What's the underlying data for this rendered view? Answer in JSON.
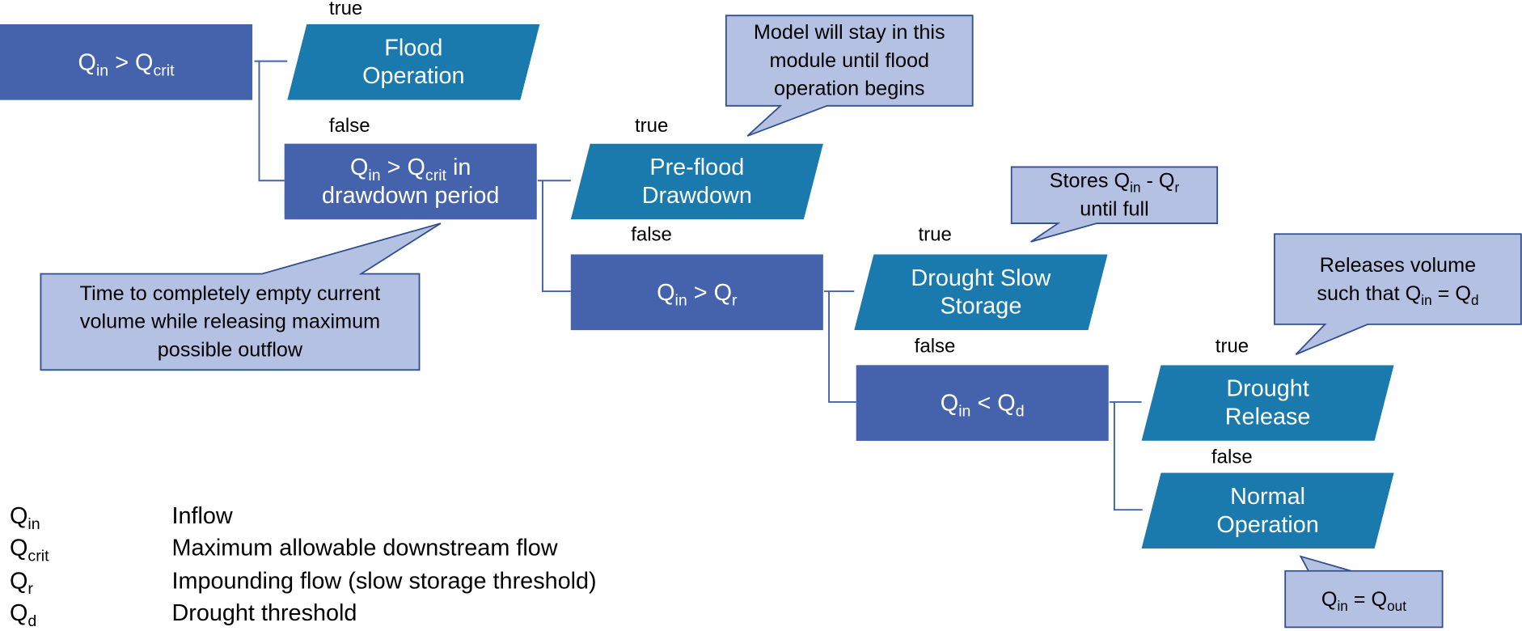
{
  "decisions": {
    "qin_gt_qcrit": {
      "q1": "Q",
      "s1": "in",
      "op": " > ",
      "q2": "Q",
      "s2": "crit"
    },
    "drawdown": {
      "q1": "Q",
      "s1": "in",
      "op": " > ",
      "q2": "Q",
      "s2": "crit",
      "tail": " in",
      "line2": "drawdown period"
    },
    "qin_gt_qr": {
      "q1": "Q",
      "s1": "in",
      "op": " > ",
      "q2": "Q",
      "s2": "r"
    },
    "qin_lt_qd": {
      "q1": "Q",
      "s1": "in",
      "op": " < ",
      "q2": "Q",
      "s2": "d"
    }
  },
  "operations": {
    "flood": [
      "Flood",
      "Operation"
    ],
    "preflood": [
      "Pre-flood",
      "Drawdown"
    ],
    "drought_slow": [
      "Drought Slow",
      "Storage"
    ],
    "drought_release": [
      "Drought",
      "Release"
    ],
    "normal": [
      "Normal",
      "Operation"
    ]
  },
  "labels": {
    "true": "true",
    "false": "false"
  },
  "callouts": {
    "model_stay": [
      "Model will stay in this",
      "module until flood",
      "operation begins"
    ],
    "stores": {
      "pre": "Stores Q",
      "s1": "in",
      "mid": " - Q",
      "s2": "r",
      "line2": "until full"
    },
    "time_empty": [
      "Time to completely empty current",
      "volume while releasing maximum",
      "possible outflow"
    ],
    "releases": {
      "line1": "Releases volume",
      "pre": "such that Q",
      "s1": "in",
      "mid": " = Q",
      "s2": "d"
    },
    "qout": {
      "q1": "Q",
      "s1": "in",
      "mid": " = Q",
      "s2": "out"
    }
  },
  "legend": [
    {
      "sym": "Q",
      "sub": "in",
      "desc": "Inflow"
    },
    {
      "sym": "Q",
      "sub": "crit",
      "desc": "Maximum allowable downstream flow"
    },
    {
      "sym": "Q",
      "sub": "r",
      "desc": "Impounding flow (slow storage threshold)"
    },
    {
      "sym": "Q",
      "sub": "d",
      "desc": "Drought threshold"
    }
  ],
  "colors": {
    "decision_fill": "#4563AC",
    "operation_fill": "#1A7AAE",
    "callout_fill": "#B4C1E3",
    "callout_stroke": "#2F4F8F",
    "connector": "#4563AC"
  }
}
